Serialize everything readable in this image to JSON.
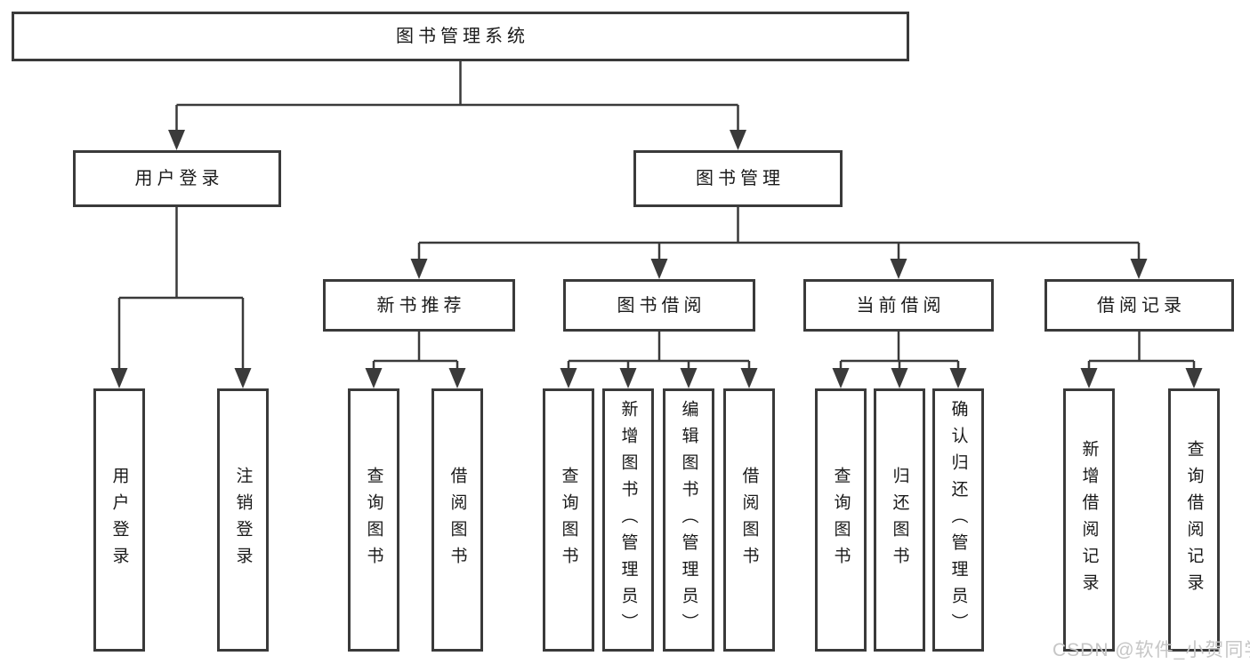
{
  "diagram": {
    "root": {
      "label": "图书管理系统"
    },
    "branches": [
      {
        "label": "用户登录",
        "children": [
          {
            "label": "用户登录"
          },
          {
            "label": "注销登录"
          }
        ]
      },
      {
        "label": "图书管理",
        "children": [
          {
            "label": "新书推荐",
            "children": [
              {
                "label": "查询图书"
              },
              {
                "label": "借阅图书"
              }
            ]
          },
          {
            "label": "图书借阅",
            "children": [
              {
                "label": "查询图书"
              },
              {
                "label": "新增图书（管理员）"
              },
              {
                "label": "编辑图书（管理员）"
              },
              {
                "label": "借阅图书"
              }
            ]
          },
          {
            "label": "当前借阅",
            "children": [
              {
                "label": "查询图书"
              },
              {
                "label": "归还图书"
              },
              {
                "label": "确认归还（管理员）"
              }
            ]
          },
          {
            "label": "借阅记录",
            "children": [
              {
                "label": "新增借阅记录"
              },
              {
                "label": "查询借阅记录"
              }
            ]
          }
        ]
      }
    ]
  },
  "watermark": {
    "text": "CSDN @软件_小贺同学"
  },
  "colors": {
    "line": "#3a3a3a",
    "box_border": "#3a3a3a",
    "box_fill": "#ffffff",
    "text": "#1a1a1a",
    "watermark": "#c6c6c6"
  }
}
